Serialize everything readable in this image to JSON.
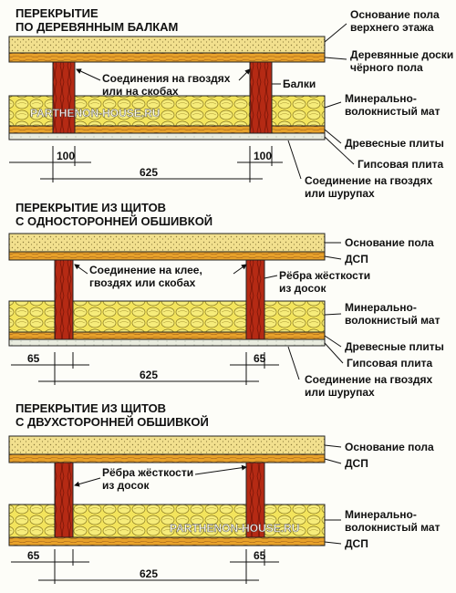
{
  "colors": {
    "yellow": "#f2e08e",
    "orange": "#e7a12a",
    "beam": "#b52a14",
    "wool": "#f3e45c",
    "gypsum": "#e9ecdf",
    "ink": "#111111"
  },
  "watermark": "PARTHENON-HOUSE.RU",
  "sections": [
    {
      "title": [
        "ПЕРЕКРЫТИЕ",
        "ПО ДЕРЕВЯННЫМ БАЛКАМ"
      ],
      "labels": [
        [
          "Основание пола",
          "верхнего этажа"
        ],
        [
          "Деревянные доски",
          "чёрного пола"
        ],
        [
          "Балки"
        ],
        [
          "Минерально-",
          "волокнистый мат"
        ],
        [
          "Древесные плиты"
        ],
        [
          "Гипсовая плита"
        ],
        [
          "Соединение на гвоздях",
          "или шурупах"
        ]
      ],
      "callout": [
        "Соединения на гвоздях",
        "или на скобах"
      ],
      "dims": {
        "left": "100",
        "right": "100",
        "span": "625"
      }
    },
    {
      "title": [
        "ПЕРЕКРЫТИЕ ИЗ ЩИТОВ",
        "С ОДНОСТОРОННЕЙ ОБШИВКОЙ"
      ],
      "labels": [
        [
          "Основание пола"
        ],
        [
          "ДСП"
        ],
        [
          "Рёбра жёсткости",
          "из досок"
        ],
        [
          "Минерально-",
          "волокнистый мат"
        ],
        [
          "Древесные плиты"
        ],
        [
          "Гипсовая плита"
        ],
        [
          "Соединение на гвоздях",
          "или шурупах"
        ]
      ],
      "callout": [
        "Соединение на клее,",
        "гвоздях или скобах"
      ],
      "dims": {
        "left": "65",
        "right": "65",
        "span": "625"
      }
    },
    {
      "title": [
        "ПЕРЕКРЫТИЕ ИЗ ЩИТОВ",
        "С ДВУХСТОРОННЕЙ ОБШИВКОЙ"
      ],
      "labels": [
        [
          "Основание пола"
        ],
        [
          "ДСП"
        ],
        [
          "Минерально-",
          "волокнистый мат"
        ],
        [
          "ДСП"
        ]
      ],
      "callout": [
        "Рёбра жёсткости",
        "из досок"
      ],
      "dims": {
        "left": "65",
        "right": "65",
        "span": "625"
      }
    }
  ]
}
